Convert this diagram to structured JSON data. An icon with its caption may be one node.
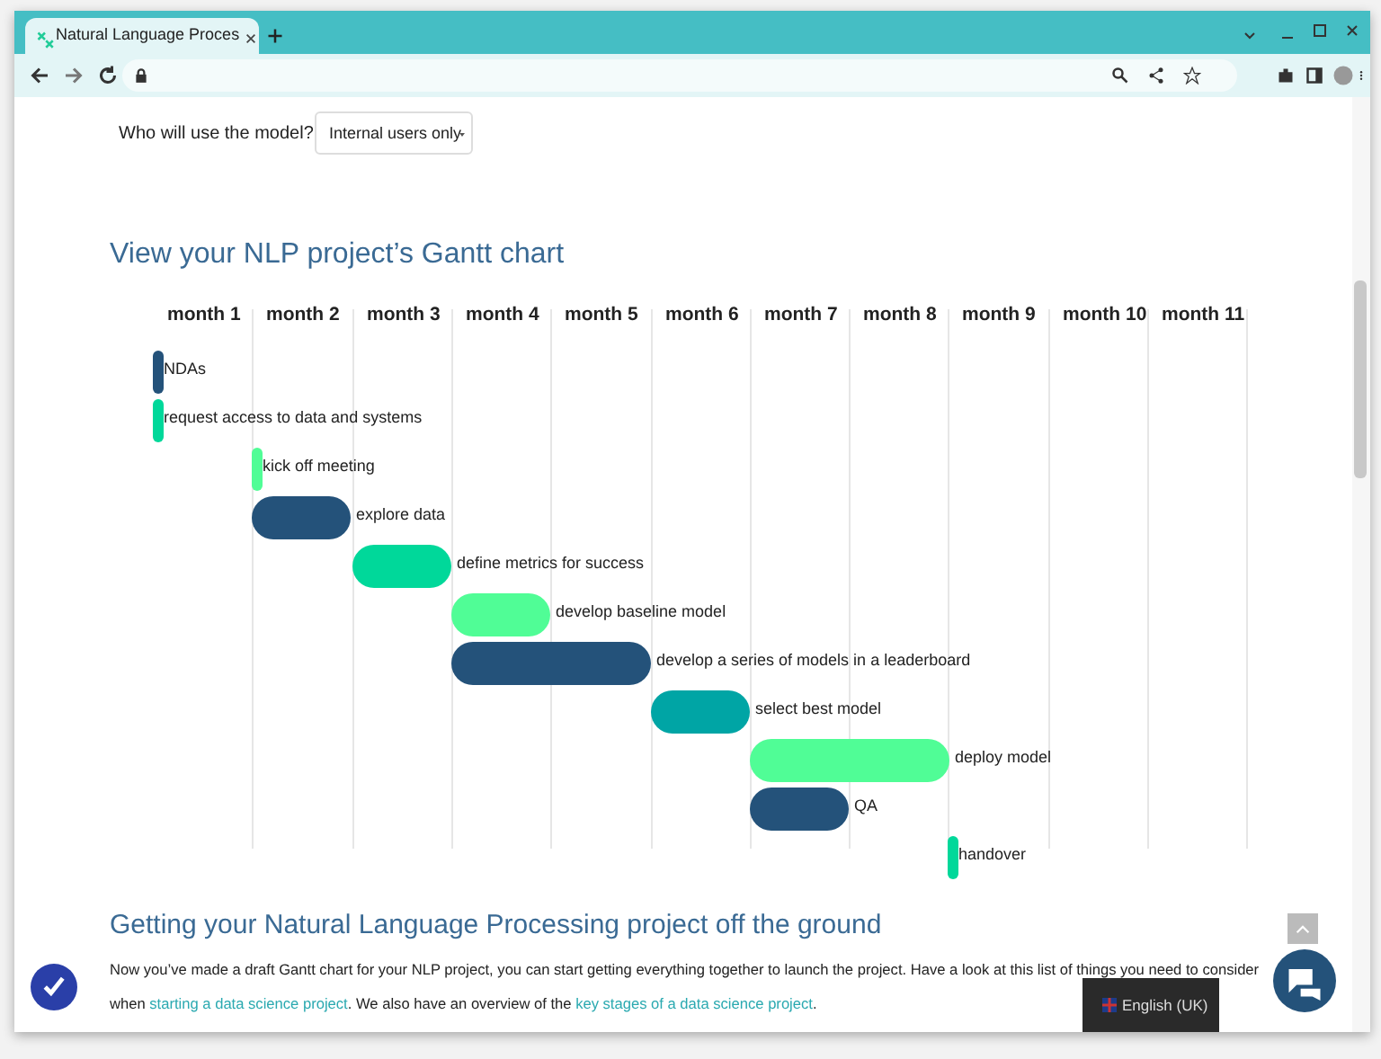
{
  "diagram": {
    "title": "View your NLP project’s Gantt chart",
    "nodes": [
      {
        "text": [],
        "shape": "bar",
        "beside": [
          "NDAs"
        ]
      },
      {
        "text": [],
        "shape": "bar",
        "beside": [
          "request access to data and systems"
        ]
      },
      {
        "text": [],
        "shape": "bar",
        "beside": [
          "kick off meeting"
        ]
      },
      {
        "text": [],
        "shape": "bar",
        "beside": [
          "explore data"
        ]
      },
      {
        "text": [],
        "shape": "bar",
        "beside": [
          "define metrics for success"
        ]
      },
      {
        "text": [],
        "shape": "bar",
        "beside": [
          "develop baseline model"
        ]
      },
      {
        "text": [],
        "shape": "bar",
        "beside": [
          "develop a series of models in a leaderboard"
        ]
      },
      {
        "text": [],
        "shape": "bar",
        "beside": [
          "select best model"
        ]
      },
      {
        "text": [],
        "shape": "bar",
        "beside": [
          "deploy model"
        ]
      },
      {
        "text": [],
        "shape": "bar",
        "beside": [
          "QA"
        ]
      },
      {
        "text": [],
        "shape": "bar",
        "beside": [
          "handover"
        ]
      }
    ],
    "labels": [
      "Natural Language Proces",
      "Who will use the model?",
      "Internal users only",
      "month 1",
      "month 2",
      "month 3",
      "month 4",
      "month 5",
      "month 6",
      "month 7",
      "month 8",
      "month 9",
      "month 10",
      "month 11",
      "Getting your Natural Language Processing project off the ground",
      "Now you’ve made a draft Gantt chart for your NLP project, you can start getting everything together to launch the project. Have a look at this list of things you need to consider when",
      "starting a data science project",
      ". We also have an overview of the",
      "key stages of a data science project",
      ".",
      "English (UK)"
    ]
  }
}
